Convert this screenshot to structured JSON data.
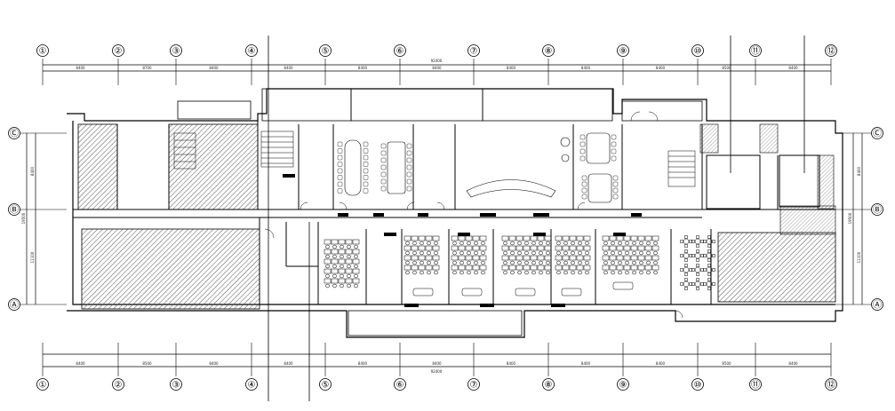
{
  "grid_columns": [
    "①",
    "②",
    "③",
    "④",
    "⑤",
    "⑥",
    "⑦",
    "⑧",
    "⑨",
    "⑩",
    "⑪",
    "⑫"
  ],
  "grid_rows": [
    "Ⓒ",
    "Ⓑ",
    "Ⓐ"
  ],
  "dims_top": [
    "8400",
    "8700",
    "8400",
    "8400",
    "8400",
    "8400",
    "8400",
    "8400",
    "8400",
    "8500",
    "8400"
  ],
  "dims_bottom": [
    "8400",
    "8500",
    "8400",
    "8400",
    "8400",
    "8400",
    "8400",
    "8400",
    "8400",
    "8500",
    "8400"
  ],
  "overall_width": "92400",
  "dims_side": [
    "8400",
    "11100"
  ],
  "overall_height": "19500"
}
